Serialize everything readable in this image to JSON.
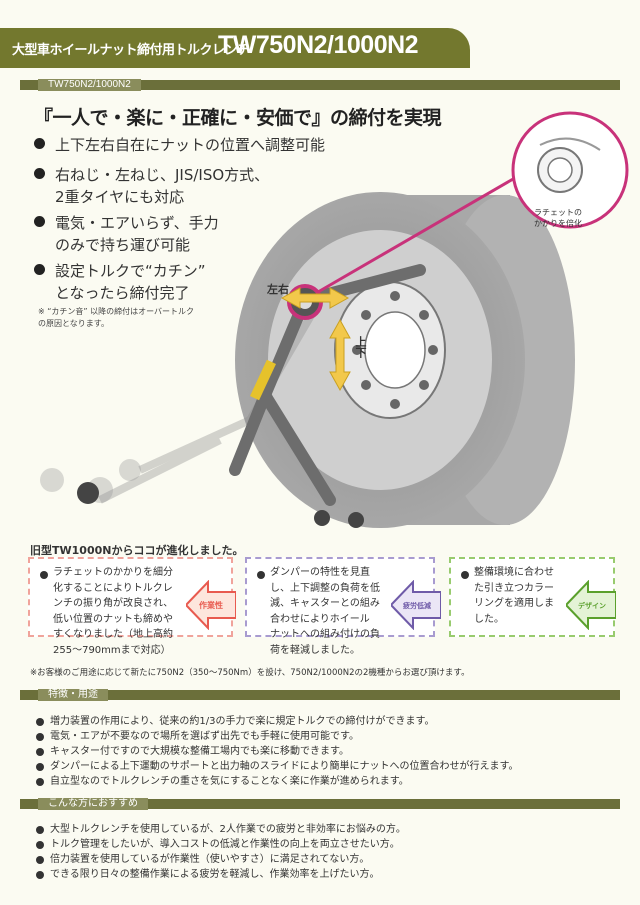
{
  "header": {
    "title_jp": "大型車ホイールナット締付用トルクレンチ",
    "model": "TW750N2/1000N2"
  },
  "bar_label": "TW750N2/1000N2",
  "headline": "『一人で・楽に・正確に・安価で』の締付を実現",
  "features": [
    "上下左右自在にナットの位置へ調整可能",
    "右ねじ・左ねじ、JIS/ISO方式、\n2重タイヤにも対応",
    "電気・エアいらず、手力\nのみで持ち運び可能",
    "設定トルクで“カチン”\nとなったら締付完了"
  ],
  "note": "※ “カチン音” 以降の締付はオーバートルク\nの原因となります。",
  "illustration": {
    "label_lr": "左右",
    "label_ud": "上下",
    "caption": "ラチェットの\nかかりを倍化"
  },
  "evolution": {
    "title": "旧型TW1000Nからココが進化しました。",
    "boxes": [
      {
        "text": "ラチェットのかかりを細分\n化することによりトルクレ\nンチの振り角が改良され、\n低い位置のナットも締めや\nすくなりました（地上高約\n255～790mmまで対応）",
        "label": "作業性",
        "color": "#e85a4f"
      },
      {
        "text": "ダンパーの特性を見直\nし、上下調整の負荷を低\n減、キャスターとの組み\n合わせによりホイール\nナットへの組み付けの負\n荷を軽減しました。",
        "label": "疲労低減",
        "color": "#6f5ba8"
      },
      {
        "text": "整備環境に合わせ\nた引き立つカラー\nリングを適用しま\nした。",
        "label": "デザイン",
        "color": "#5aa02c"
      }
    ]
  },
  "footnote": "※お客様のご用途に応じて新たに750N2（350～750Nm）を設け、750N2/1000N2の2機種からお選び頂けます。",
  "section_features": {
    "label": "特徴・用途",
    "items": [
      "増力装置の作用により、従来の約1/3の手力で楽に規定トルクでの締付けができます。",
      "電気・エアが不要なので場所を選ばず出先でも手軽に使用可能です。",
      "キャスター付ですので大規模な整備工場内でも楽に移動できます。",
      "ダンパーによる上下運動のサポートと出力軸のスライドにより簡単にナットへの位置合わせが行えます。",
      "自立型なのでトルクレンチの重さを気にすることなく楽に作業が進められます。"
    ]
  },
  "section_recommend": {
    "label": "こんな方におすすめ",
    "items": [
      "大型トルクレンチを使用しているが、2人作業での疲労と非効率にお悩みの方。",
      "トルク管理をしたいが、導入コストの低減と作業性の向上を両立させたい方。",
      "倍力装置を使用しているが作業性（使いやすさ）に満足されてない方。",
      "できる限り日々の整備作業による疲労を軽減し、作業効率を上げたい方。"
    ]
  },
  "colors": {
    "olive": "#73782e",
    "magenta": "#c8327a",
    "yellow_arrow": "#f2c84b"
  }
}
